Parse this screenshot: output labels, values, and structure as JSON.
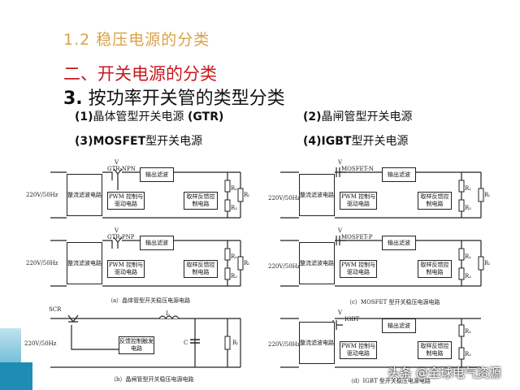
{
  "title": {
    "section": "1.2 稳压电源的分类",
    "subsection": "二、开关电源的分类",
    "heading_num": "3.",
    "heading_text": "按功率开关管的类型分类"
  },
  "items": [
    {
      "prefix": "(1)",
      "name": "晶体管型开关电源",
      "suffix": "(GTR)"
    },
    {
      "prefix": "(2)",
      "name": "晶闸管型开关电源",
      "suffix": ""
    },
    {
      "prefix": "(3)",
      "name": "MOSFET",
      "suffix": "型开关电源"
    },
    {
      "prefix": "(4)",
      "name": "IGBT",
      "suffix": "型开关电源"
    }
  ],
  "circuits": {
    "input_label": "220V/50Hz",
    "rectifier": "整流滤波电路",
    "output_filter": "输出滤波",
    "pwm": "PWM 控制与驱动电路",
    "feedback": "取样反馈控制电路",
    "trigger": "反馈控制触发电路",
    "gtr_npn": "GTR-NPN",
    "gtr_pnp": "GTR-PNP",
    "mosfet_n": "MOSFET-N",
    "mosfet_p": "MOSFET-P",
    "scr": "SCR",
    "igbt": "IGBT",
    "v": "V",
    "L": "L",
    "C": "C",
    "R1": "R₁",
    "R2": "R₂",
    "RL": "Rₗ",
    "caption_a": "（a）晶体管型开关稳压电源电路",
    "caption_b": "（b）晶闸管型开关稳压电源电路",
    "caption_c": "（c）MOSFET 型开关稳压电源电路",
    "caption_d": "（d）IGBT 型开关稳压电源电路"
  },
  "watermark": "头条 @全球电气资源",
  "colors": {
    "section": "#d8a24a",
    "subsection": "#c8181e",
    "deco": "#1d8db5"
  }
}
